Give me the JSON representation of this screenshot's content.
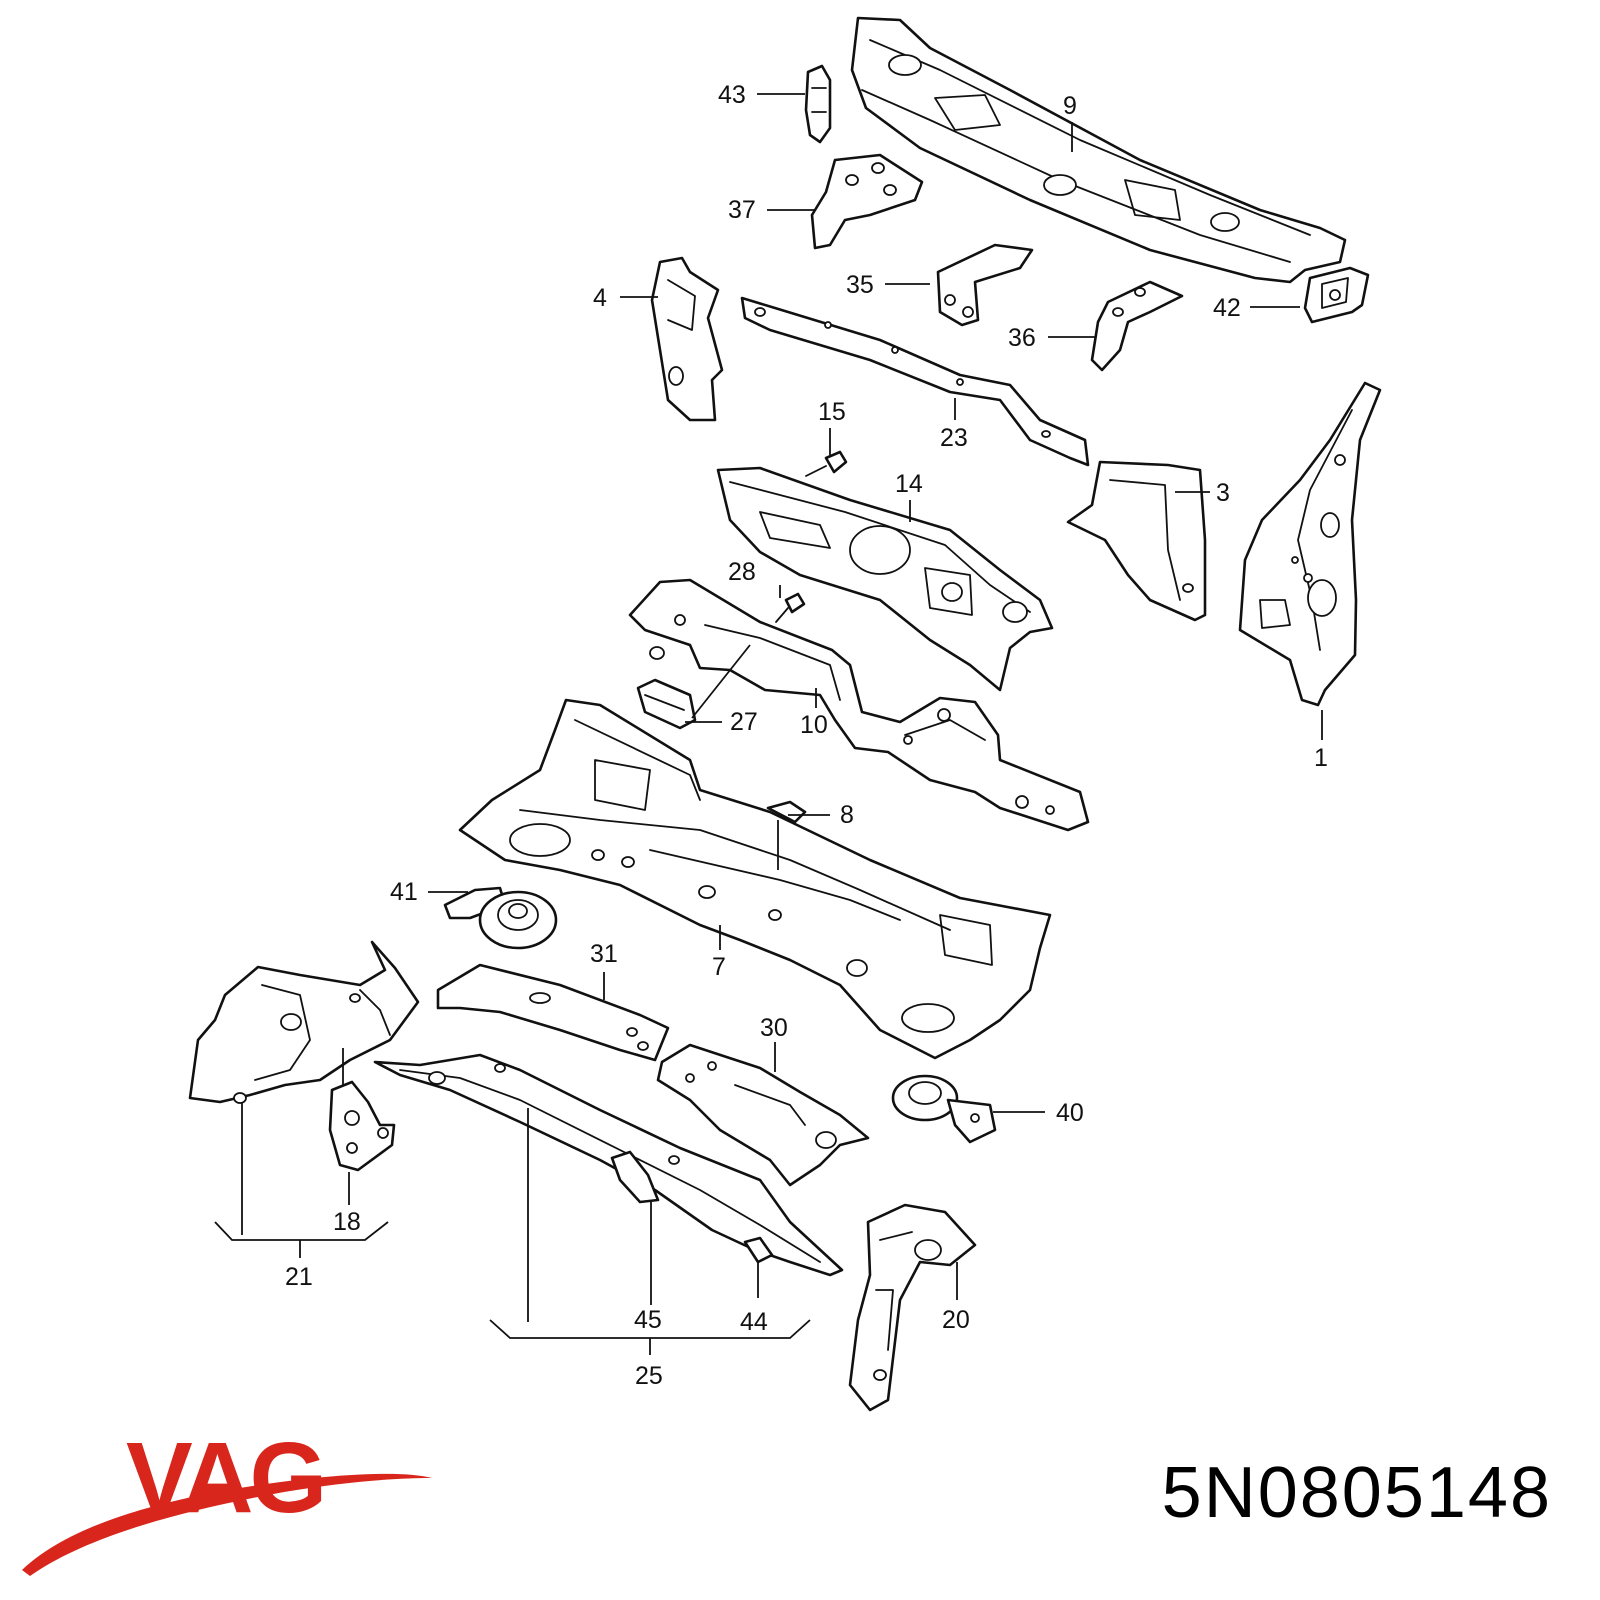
{
  "brand": {
    "name": "VAG",
    "color": "#d9261c"
  },
  "part_number": "5N0805148",
  "callouts": {
    "c1": "1",
    "c3": "3",
    "c4": "4",
    "c7": "7",
    "c8": "8",
    "c9": "9",
    "c10": "10",
    "c14": "14",
    "c15": "15",
    "c18": "18",
    "c20": "20",
    "c21": "21",
    "c23": "23",
    "c25": "25",
    "c27": "27",
    "c28": "28",
    "c30": "30",
    "c31": "31",
    "c35": "35",
    "c36": "36",
    "c37": "37",
    "c40": "40",
    "c41": "41",
    "c42": "42",
    "c43": "43",
    "c44": "44",
    "c45": "45"
  },
  "icons": {
    "logo": "vag-swoosh-logo-icon"
  }
}
